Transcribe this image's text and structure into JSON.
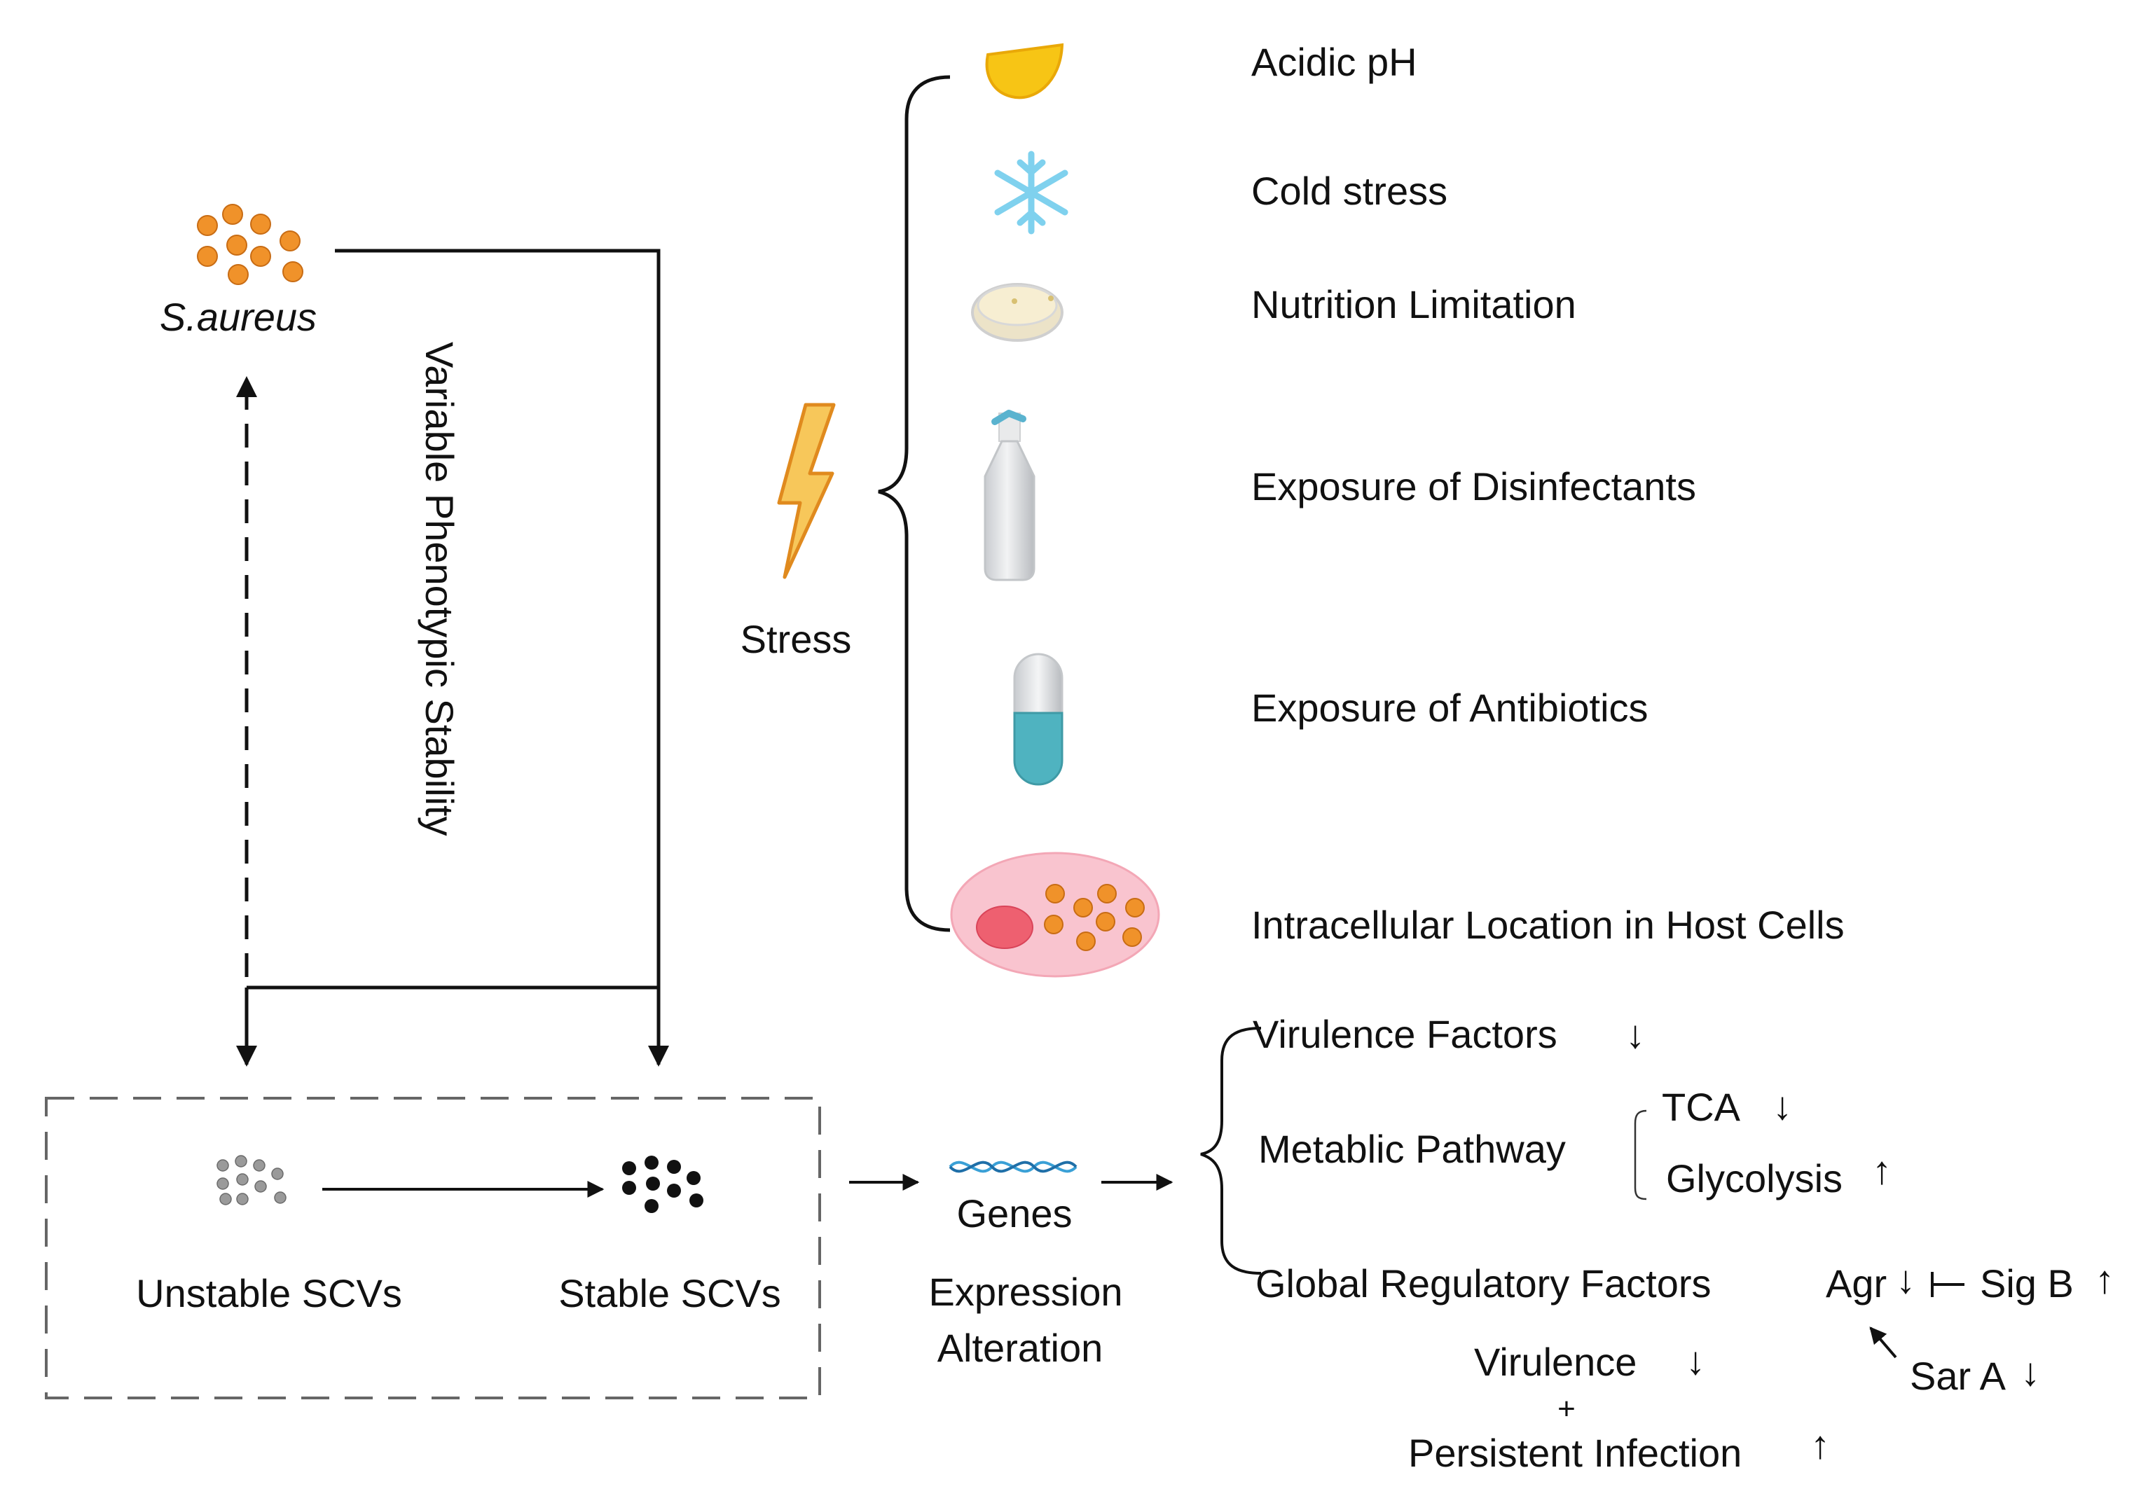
{
  "organism": {
    "label": "S.aureus"
  },
  "cycle": {
    "label": "Variable Phenotypic Stability"
  },
  "stress": {
    "label": "Stress",
    "items": [
      {
        "label": "Acidic pH",
        "icon": "lemon-icon"
      },
      {
        "label": "Cold stress",
        "icon": "snowflake-icon"
      },
      {
        "label": "Nutrition Limitation",
        "icon": "petri-dish-icon"
      },
      {
        "label": "Exposure of Disinfectants",
        "icon": "spray-bottle-icon"
      },
      {
        "label": "Exposure of Antibiotics",
        "icon": "capsule-icon"
      },
      {
        "label": "Intracellular Location in Host Cells",
        "icon": "host-cell-icon"
      }
    ]
  },
  "scv": {
    "unstable": "Unstable SCVs",
    "stable": "Stable SCVs"
  },
  "genes": {
    "label": "Genes",
    "caption_line1": "Expression",
    "caption_line2": "Alteration"
  },
  "effects": {
    "virulence_factors": "Virulence Factors",
    "metabolic_pathway": "Metablic Pathway",
    "tca": "TCA",
    "glycolysis": "Glycolysis",
    "global_regulatory": "Global Regulatory Factors",
    "agr": "Agr",
    "sigb": "Sig B",
    "sara": "Sar A",
    "virulence": "Virulence",
    "plus": "+",
    "persistent": "Persistent Infection"
  },
  "colors": {
    "orange_cocci": "#f0922a",
    "lemon": "#f7c515",
    "snowflake": "#7fd1ee",
    "capsule_fill": "#4fb3c0",
    "host_cell": "#f9c4cf",
    "nucleus": "#ee6070",
    "lightning": "#f5b531",
    "dna": "#3aa0d6"
  }
}
